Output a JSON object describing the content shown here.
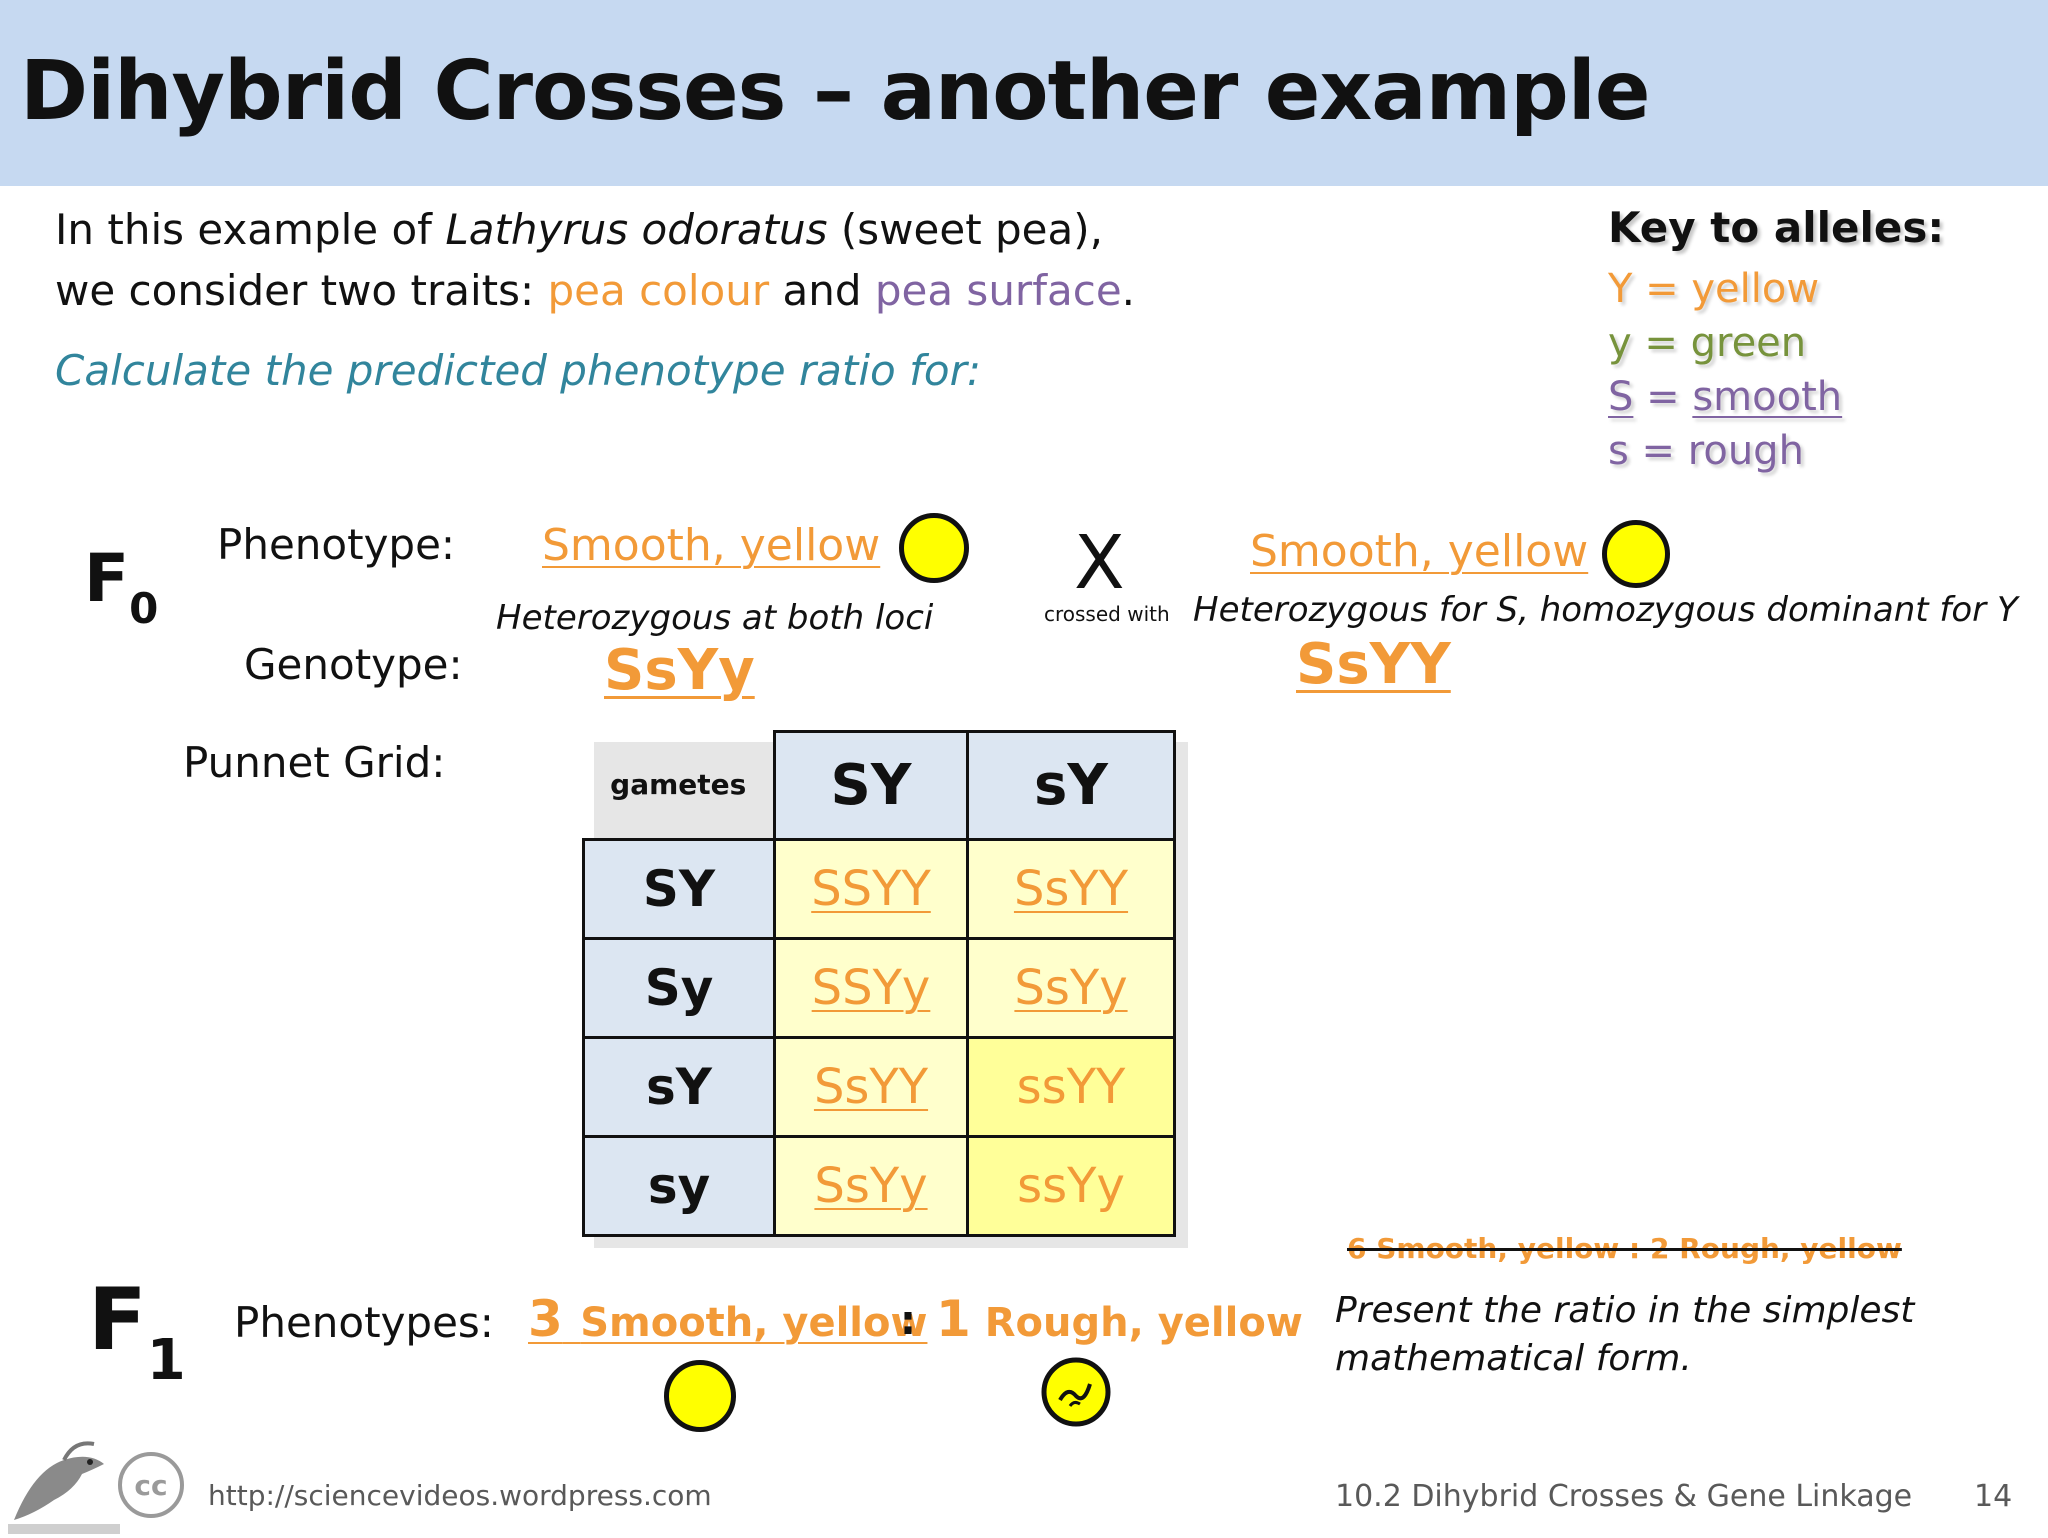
{
  "title": "Dihybrid Crosses – another example",
  "intro": {
    "line1_pre": "In this example of ",
    "line1_species": "Lathyrus odoratus",
    "line1_post": " (sweet pea),",
    "line2_pre": "we consider two traits: ",
    "trait1": "pea colour",
    "line2_mid": " and ",
    "trait2": "pea surface",
    "line2_post": "."
  },
  "instruction": "Calculate the predicted phenotype ratio for:",
  "key": {
    "title": "Key to alleles:",
    "y_dom": "Y = yellow",
    "y_rec": "y = green",
    "s_dom_letter": "S",
    "s_dom_eq": " = ",
    "s_dom_word": "smooth",
    "s_rec": "s = rough"
  },
  "f0": {
    "label_letter": "F",
    "label_sub": "0",
    "phenotype_label": "Phenotype:",
    "genotype_label": "Genotype:",
    "punnet_label": "Punnet Grid:",
    "parent1": {
      "phenotype": "Smooth, yellow",
      "note": "Heterozygous at both loci",
      "genotype": "SsYy"
    },
    "cross_symbol": "X",
    "cross_text": "crossed with",
    "parent2": {
      "phenotype": "Smooth, yellow",
      "note": "Heterozygous for S, homozygous dominant for Y",
      "genotype": "SsYY"
    }
  },
  "punnet": {
    "corner": "gametes",
    "col_headers": [
      "SY",
      "sY"
    ],
    "row_headers": [
      "SY",
      "Sy",
      "sY",
      "sy"
    ],
    "cells": [
      [
        "SSYY",
        "SsYY"
      ],
      [
        "SSYy",
        "SsYy"
      ],
      [
        "SsYY",
        "ssYY"
      ],
      [
        "SsYy",
        "ssYy"
      ]
    ]
  },
  "f1": {
    "label_letter": "F",
    "label_sub": "1",
    "phenotypes_label": "Phenotypes:",
    "ratio1_num": "3",
    "ratio1_text": "Smooth, yellow",
    "separator": ":",
    "ratio2_num": "1",
    "ratio2_text": "Rough, yellow"
  },
  "crossed_out_ratio": "6  Smooth, yellow   :  2 Rough, yellow",
  "note_line1": "Present the ratio in the simplest",
  "note_line2": "mathematical form.",
  "footer": {
    "url": "http://sciencevideos.wordpress.com",
    "course": "10.2 Dihybrid Crosses & Gene Linkage",
    "page": "14",
    "cc_badge": "cc"
  },
  "colors": {
    "title_band": "#c6d9f1",
    "orange": "#f29a38",
    "purple": "#8064a2",
    "teal": "#31859c",
    "green": "#77933c",
    "pea_yellow": "#ffff00"
  }
}
